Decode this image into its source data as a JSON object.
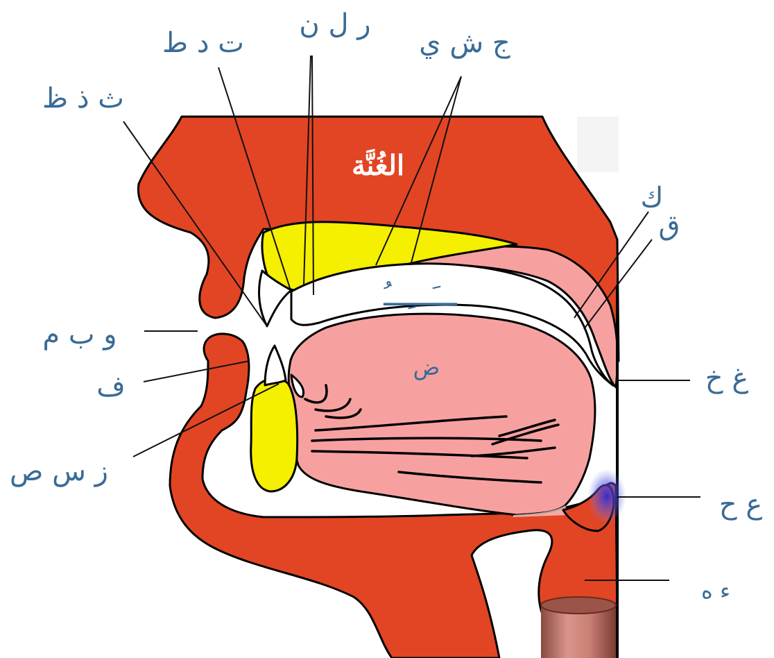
{
  "labels": {
    "tha_dhal_za": "ث ذ ظ",
    "ta_dal_taa": "ت د ط",
    "ra_lam_nun": "ر ل ن",
    "jim_shin_ya": "ج ش ي",
    "ghunna": "الغُنَّة",
    "kaf": "ك",
    "qaf": "ق",
    "waw_ba_mim": "و ب م",
    "fa": "ف",
    "dad": "ض",
    "zay_sin_sad": "ز س ص",
    "ghayn_kha": "غ خ",
    "ayn_ha": "ع ح",
    "hamza_ha": "ء ه",
    "vowel_marks": "ـــَـــِـــُ"
  },
  "colors": {
    "flesh_red": "#e24523",
    "tongue_pink": "#f6a1a0",
    "palate_yellow": "#f5ef00",
    "label_blue": "#3a6b96",
    "glottis_glow": "#3b3bdc"
  }
}
